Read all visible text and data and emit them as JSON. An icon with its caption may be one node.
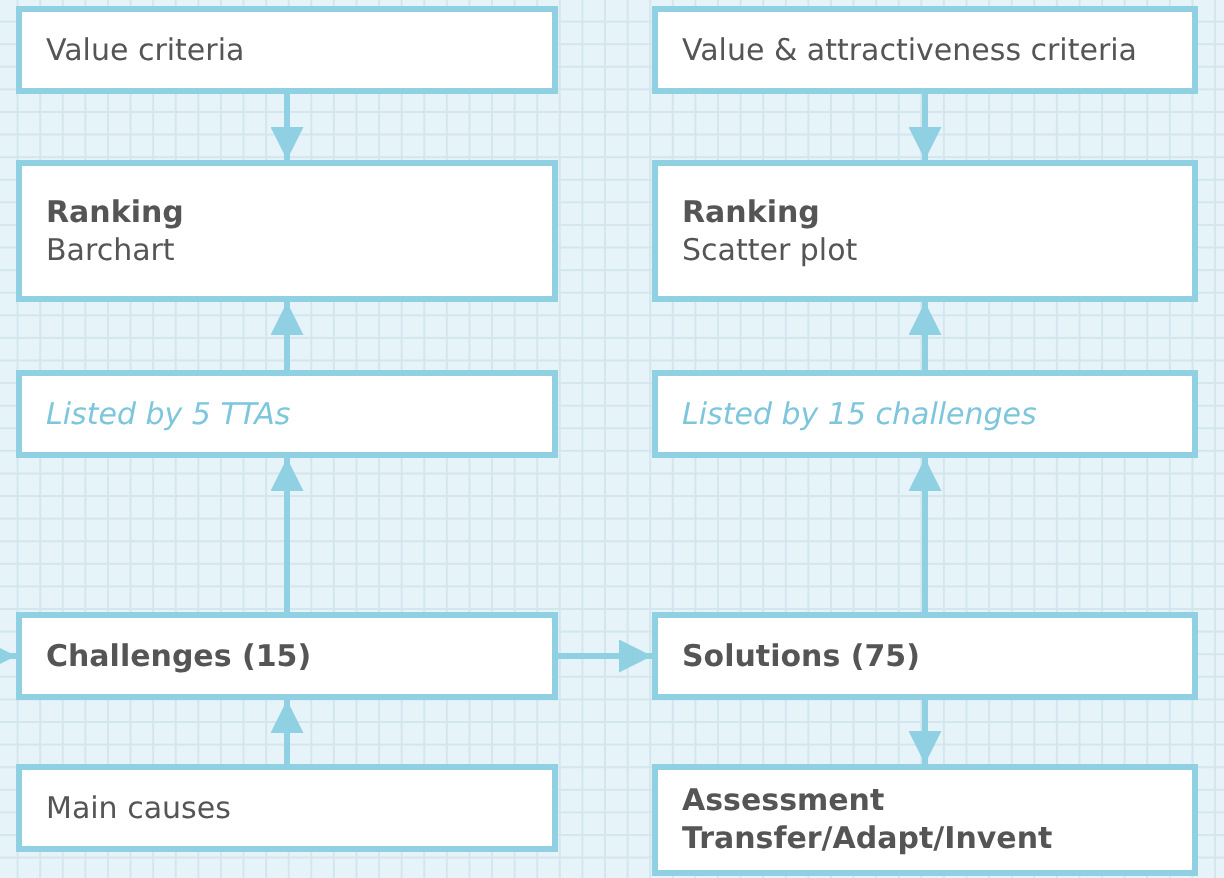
{
  "diagram": {
    "nodes": [
      {
        "text": [
          "Value criteria"
        ]
      },
      {
        "text": [
          "Value & attractiveness criteria"
        ]
      },
      {
        "text": [
          "Ranking",
          "Barchart"
        ]
      },
      {
        "text": [
          "Ranking",
          "Scatter plot"
        ]
      },
      {
        "text": [
          "Listed by 5 TTAs"
        ]
      },
      {
        "text": [
          "Listed by 15 challenges"
        ]
      },
      {
        "text": [
          "Challenges (15)"
        ]
      },
      {
        "text": [
          "Solutions (75)"
        ]
      },
      {
        "text": [
          "Main causes"
        ]
      },
      {
        "text": [
          "Assessment Transfer/Adapt/Invent"
        ]
      }
    ],
    "edges": [
      {
        "from": 0,
        "to": 2,
        "arrow": "to"
      },
      {
        "from": 1,
        "to": 3,
        "arrow": "to"
      },
      {
        "from": 4,
        "to": 2,
        "arrow": "to"
      },
      {
        "from": 5,
        "to": 3,
        "arrow": "to"
      },
      {
        "from": 6,
        "to": 4,
        "arrow": "to"
      },
      {
        "from": 7,
        "to": 5,
        "arrow": "to"
      },
      {
        "from": null,
        "to": 6,
        "arrow": "to"
      },
      {
        "from": 6,
        "to": 7,
        "arrow": "to"
      },
      {
        "from": 8,
        "to": 6,
        "arrow": "to"
      },
      {
        "from": 7,
        "to": 9,
        "arrow": "to"
      }
    ]
  }
}
